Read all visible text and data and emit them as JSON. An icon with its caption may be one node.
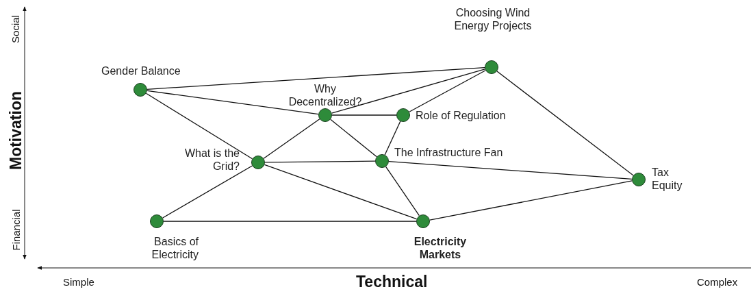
{
  "diagram": {
    "nodes": [
      {
        "text": [
          "Gender Balance"
        ]
      },
      {
        "text": [
          "Choosing Wind Energy Projects"
        ]
      },
      {
        "text": [
          "Why Decentralized?"
        ]
      },
      {
        "text": [
          "Role of Regulation"
        ]
      },
      {
        "text": [
          "What is the Grid?"
        ]
      },
      {
        "text": [
          "The Infrastructure Fan"
        ]
      },
      {
        "text": [
          "Tax Equity"
        ]
      },
      {
        "text": [
          "Basics of Electricity"
        ]
      },
      {
        "text": [
          "Electricity Markets"
        ]
      }
    ],
    "edges": [
      {
        "from": 0,
        "to": 1,
        "arrow": "none"
      },
      {
        "from": 0,
        "to": 2,
        "arrow": "none"
      },
      {
        "from": 0,
        "to": 4,
        "arrow": "none"
      },
      {
        "from": 1,
        "to": 2,
        "arrow": "none"
      },
      {
        "from": 1,
        "to": 3,
        "arrow": "none"
      },
      {
        "from": 1,
        "to": 6,
        "arrow": "none"
      },
      {
        "from": 2,
        "to": 3,
        "arrow": "none"
      },
      {
        "from": 2,
        "to": 4,
        "arrow": "none"
      },
      {
        "from": 2,
        "to": 5,
        "arrow": "none"
      },
      {
        "from": 3,
        "to": 5,
        "arrow": "none"
      },
      {
        "from": 4,
        "to": 5,
        "arrow": "none"
      },
      {
        "from": 4,
        "to": 7,
        "arrow": "none"
      },
      {
        "from": 4,
        "to": 8,
        "arrow": "none"
      },
      {
        "from": 5,
        "to": 6,
        "arrow": "none"
      },
      {
        "from": 5,
        "to": 8,
        "arrow": "none"
      },
      {
        "from": 7,
        "to": 8,
        "arrow": "none"
      },
      {
        "from": 8,
        "to": 6,
        "arrow": "none"
      }
    ],
    "labels": [
      "Social",
      "Motivation",
      "Financial",
      "Simple",
      "Technical",
      "Complex"
    ]
  }
}
